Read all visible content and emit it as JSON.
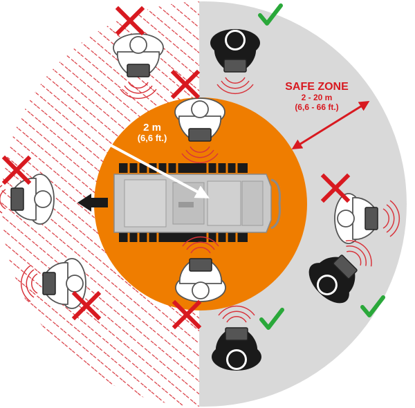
{
  "distance_label": {
    "value": "2 m",
    "imperial": "(6,6 ft.)"
  },
  "safe_zone": {
    "title": "SAFE ZONE",
    "range": "2 - 20 m",
    "range_imperial": "(6,6 - 66 ft.)"
  },
  "colors": {
    "danger_zone_fill": "#ffffff",
    "danger_hatch": "#d8343c",
    "safe_zone_fill": "#d9d9d9",
    "inner_zone": "#ef7d00",
    "machine": "#c9c9c9",
    "operator_safe": "#1a1a1a",
    "operator_unsafe": "#ffffff",
    "cross": "#d81920",
    "check": "#2aa83a",
    "signal": "#d8343c"
  },
  "operators": [
    {
      "status": "unsafe",
      "icon": "cross-icon"
    },
    {
      "status": "safe",
      "icon": "check-icon"
    },
    {
      "status": "unsafe",
      "icon": "cross-icon"
    },
    {
      "status": "unsafe",
      "icon": "cross-icon"
    },
    {
      "status": "unsafe",
      "icon": "cross-icon"
    },
    {
      "status": "unsafe",
      "icon": "cross-icon"
    },
    {
      "status": "unsafe",
      "icon": "cross-icon"
    },
    {
      "status": "safe",
      "icon": "check-icon"
    },
    {
      "status": "safe",
      "icon": "check-icon"
    }
  ]
}
